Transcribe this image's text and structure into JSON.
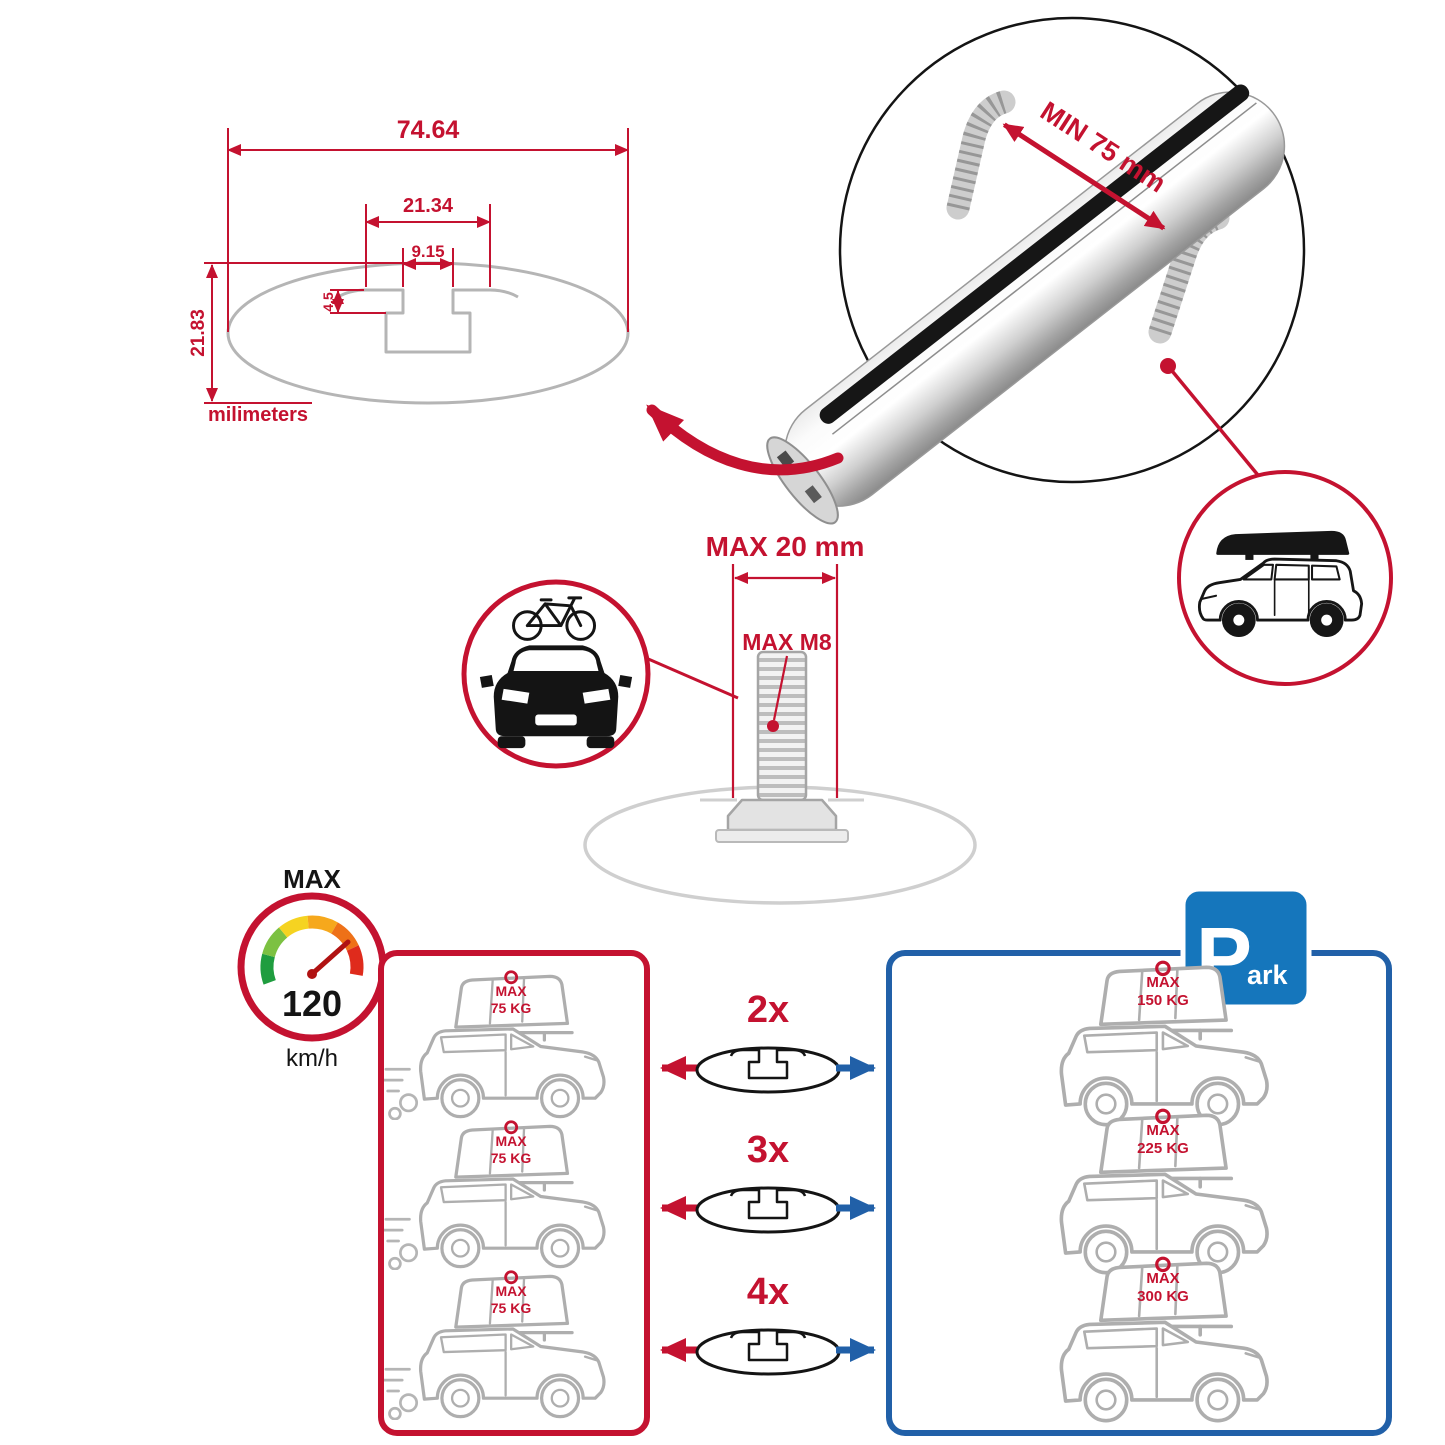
{
  "colors": {
    "accent_red": "#c41230",
    "panel_blue": "#2160a8",
    "park_sign_blue": "#1576bc",
    "drawing_gray": "#b5b5b5",
    "line_black": "#141414"
  },
  "profile_dims": {
    "total_width": "74.64",
    "plateau_width": "21.34",
    "slot_width": "9.15",
    "lip_height": "4.5",
    "total_height": "21.83",
    "unit_label": "milimeters"
  },
  "bar_detail": {
    "min_spacing_label": "MIN 75 mm"
  },
  "bolt_detail": {
    "max_length_label": "MAX 20 mm",
    "max_thread_label": "MAX M8"
  },
  "speed_limit": {
    "label": "MAX",
    "value": "120",
    "unit": "km/h"
  },
  "park_sign": {
    "letter": "P",
    "suffix": "ark"
  },
  "capacity_rows": [
    {
      "multiplier": "2x",
      "moving_label": "MAX",
      "moving_weight": "75 KG",
      "parked_label": "MAX",
      "parked_weight": "150 KG"
    },
    {
      "multiplier": "3x",
      "moving_label": "MAX",
      "moving_weight": "75 KG",
      "parked_label": "MAX",
      "parked_weight": "225 KG"
    },
    {
      "multiplier": "4x",
      "moving_label": "MAX",
      "moving_weight": "75 KG",
      "parked_label": "MAX",
      "parked_weight": "300 KG"
    }
  ]
}
